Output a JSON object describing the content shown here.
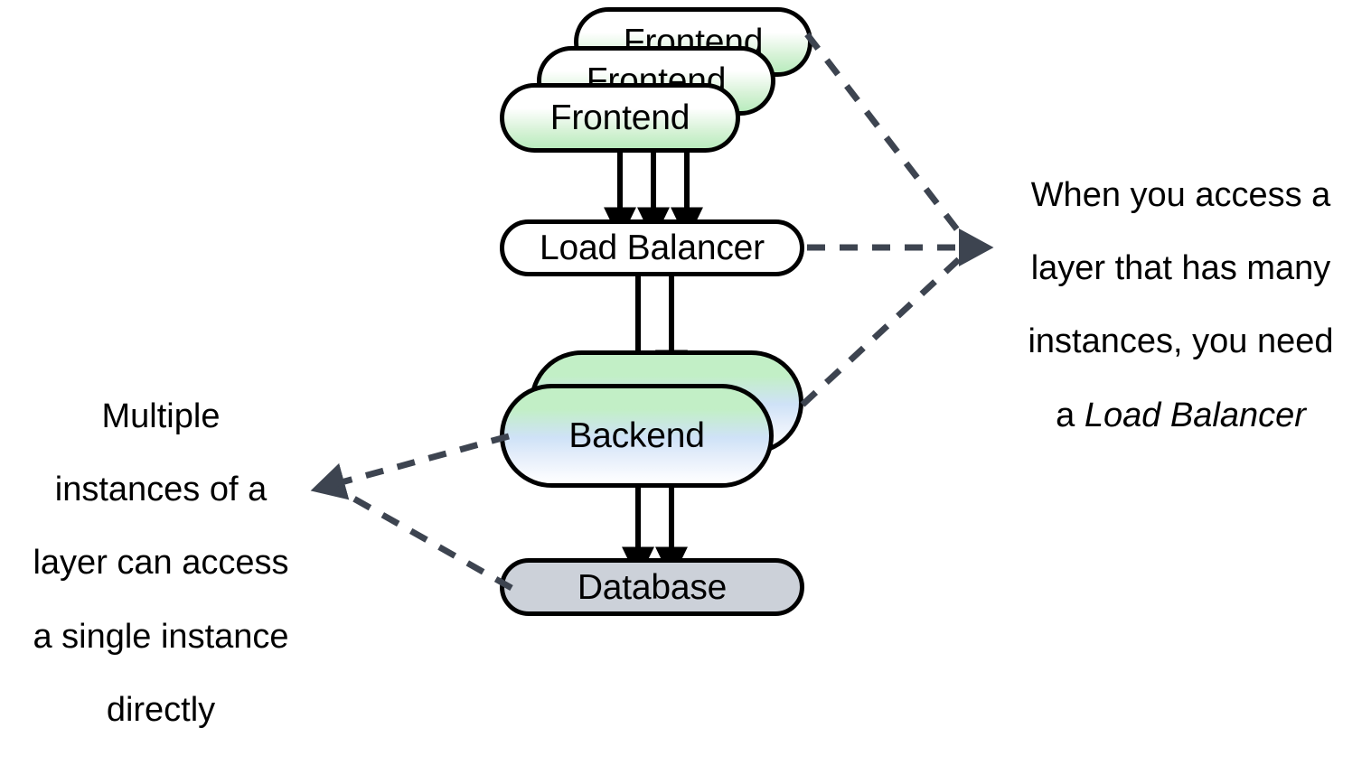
{
  "diagram": {
    "title": "Layered architecture with load balancer",
    "background_color": "#ffffff",
    "stroke_color": "#000000",
    "dash_color": "#3d4450"
  },
  "nodes": {
    "frontend": {
      "label": "Frontend",
      "instances": 3,
      "fill_description": "white to light-green vertical gradient",
      "fill_top": "#ffffff",
      "fill_bottom": "#b9ecbe"
    },
    "load_balancer": {
      "label": "Load Balancer",
      "instances": 1,
      "fill_description": "solid white",
      "fill_top": "#ffffff",
      "fill_bottom": "#ffffff"
    },
    "backend": {
      "label": "Backend",
      "instances": 2,
      "fill_description": "green to blue to white vertical gradient",
      "fill_top": "#c2efc6",
      "fill_mid": "#cfe2f7",
      "fill_bottom": "#ffffff"
    },
    "database": {
      "label": "Database",
      "instances": 1,
      "fill_description": "solid light gray",
      "fill_top": "#ccd1d9",
      "fill_bottom": "#ccd1d9"
    }
  },
  "flows": [
    {
      "from": "frontend",
      "to": "load_balancer",
      "arrows": 3,
      "style": "solid"
    },
    {
      "from": "load_balancer",
      "to": "backend",
      "arrows": 2,
      "style": "solid"
    },
    {
      "from": "backend",
      "to": "database",
      "arrows": 2,
      "style": "solid"
    }
  ],
  "annotations": {
    "right": {
      "line_1": "When you access a",
      "line_2": "layer that has many",
      "line_3": "instances, you need",
      "line_4_prefix": "a ",
      "line_4_emphasis": "Load Balancer",
      "full_text": "When you access a layer that has many instances, you need a Load Balancer",
      "points_to": [
        "frontend",
        "load_balancer",
        "backend"
      ]
    },
    "left": {
      "line_1": "Multiple",
      "line_2": "instances of a",
      "line_3": "layer can access",
      "line_4": "a single instance",
      "line_5": "directly",
      "full_text": "Multiple instances of a layer can access a single instance directly",
      "points_to": [
        "backend",
        "database"
      ]
    }
  }
}
